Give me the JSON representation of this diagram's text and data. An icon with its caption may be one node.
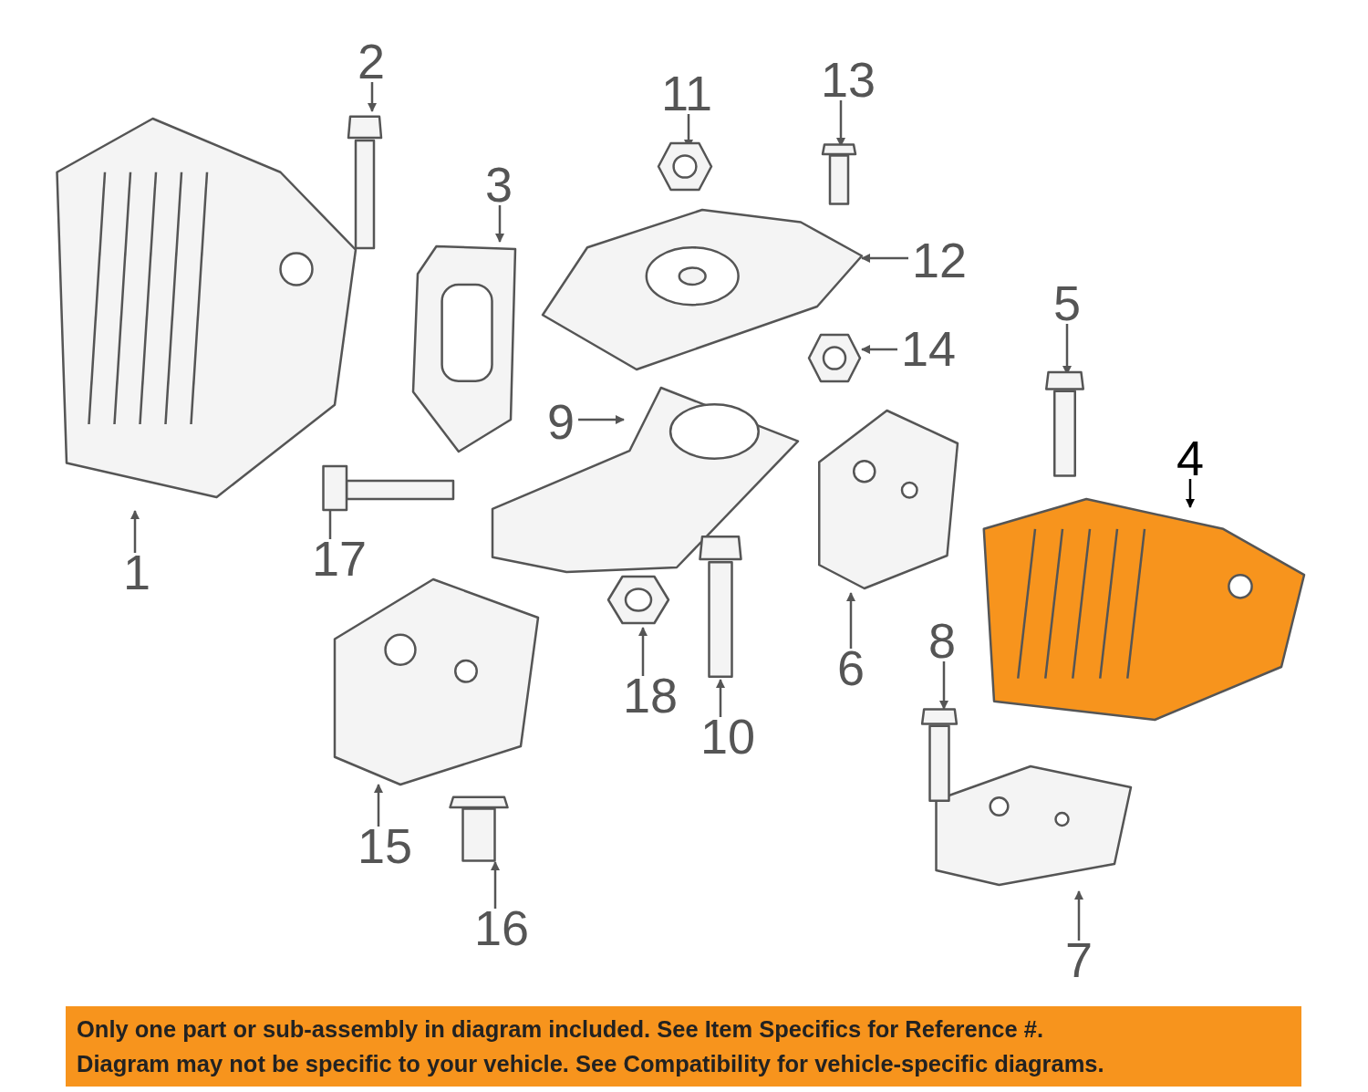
{
  "diagram": {
    "nodes": [
      {
        "text": [
          "1"
        ]
      },
      {
        "text": [],
        "shape": "picture"
      },
      {
        "text": [
          "2"
        ]
      },
      {
        "text": [],
        "shape": "picture"
      },
      {
        "text": [
          "3"
        ]
      },
      {
        "text": [],
        "shape": "picture"
      },
      {
        "text": [
          "4"
        ]
      },
      {
        "text": [],
        "shape": "picture"
      },
      {
        "text": [
          "5"
        ]
      },
      {
        "text": [],
        "shape": "picture"
      },
      {
        "text": [
          "6"
        ]
      },
      {
        "text": [],
        "shape": "picture"
      },
      {
        "text": [
          "7"
        ]
      },
      {
        "text": [],
        "shape": "picture"
      },
      {
        "text": [
          "8"
        ]
      },
      {
        "text": [],
        "shape": "picture"
      },
      {
        "text": [
          "9"
        ]
      },
      {
        "text": [],
        "shape": "picture"
      },
      {
        "text": [
          "10"
        ]
      },
      {
        "text": [],
        "shape": "picture"
      },
      {
        "text": [
          "11"
        ]
      },
      {
        "text": [],
        "shape": "picture"
      },
      {
        "text": [
          "12"
        ]
      },
      {
        "text": [],
        "shape": "picture"
      },
      {
        "text": [
          "13"
        ]
      },
      {
        "text": [],
        "shape": "picture"
      },
      {
        "text": [
          "14"
        ]
      },
      {
        "text": [],
        "shape": "picture"
      },
      {
        "text": [
          "15"
        ]
      },
      {
        "text": [],
        "shape": "picture"
      },
      {
        "text": [
          "16"
        ]
      },
      {
        "text": [],
        "shape": "picture"
      },
      {
        "text": [
          "17"
        ]
      },
      {
        "text": [],
        "shape": "picture"
      },
      {
        "text": [
          "18"
        ]
      },
      {
        "text": [],
        "shape": "picture"
      },
      {
        "text": [
          "Only one part or sub-assembly in diagram included. See Item Specifics for Reference #.",
          "Diagram may not be specific to your vehicle. See Compatibility for vehicle-specific diagrams."
        ]
      }
    ],
    "edges": [
      {
        "from": 0,
        "to": 1,
        "arrow": "to"
      },
      {
        "from": 2,
        "to": 3,
        "arrow": "to"
      },
      {
        "from": 4,
        "to": 5,
        "arrow": "to"
      },
      {
        "from": 6,
        "to": 7,
        "arrow": "to",
        "color": "#000000"
      },
      {
        "from": 8,
        "to": 9,
        "arrow": "to"
      },
      {
        "from": 10,
        "to": 11,
        "arrow": "to"
      },
      {
        "from": 12,
        "to": 13,
        "arrow": "to"
      },
      {
        "from": 14,
        "to": 15,
        "arrow": "to"
      },
      {
        "from": 16,
        "to": 17,
        "arrow": "to"
      },
      {
        "from": 18,
        "to": 19,
        "arrow": "to"
      },
      {
        "from": 20,
        "to": 21,
        "arrow": "to"
      },
      {
        "from": 22,
        "to": 23,
        "arrow": "to"
      },
      {
        "from": 24,
        "to": 25,
        "arrow": "to"
      },
      {
        "from": 26,
        "to": 27,
        "arrow": "to"
      },
      {
        "from": 28,
        "to": 29,
        "arrow": "to"
      },
      {
        "from": 30,
        "to": 31,
        "arrow": "to"
      },
      {
        "from": 32,
        "to": 33,
        "arrow": "to"
      },
      {
        "from": 34,
        "to": 35,
        "arrow": "to"
      }
    ]
  }
}
